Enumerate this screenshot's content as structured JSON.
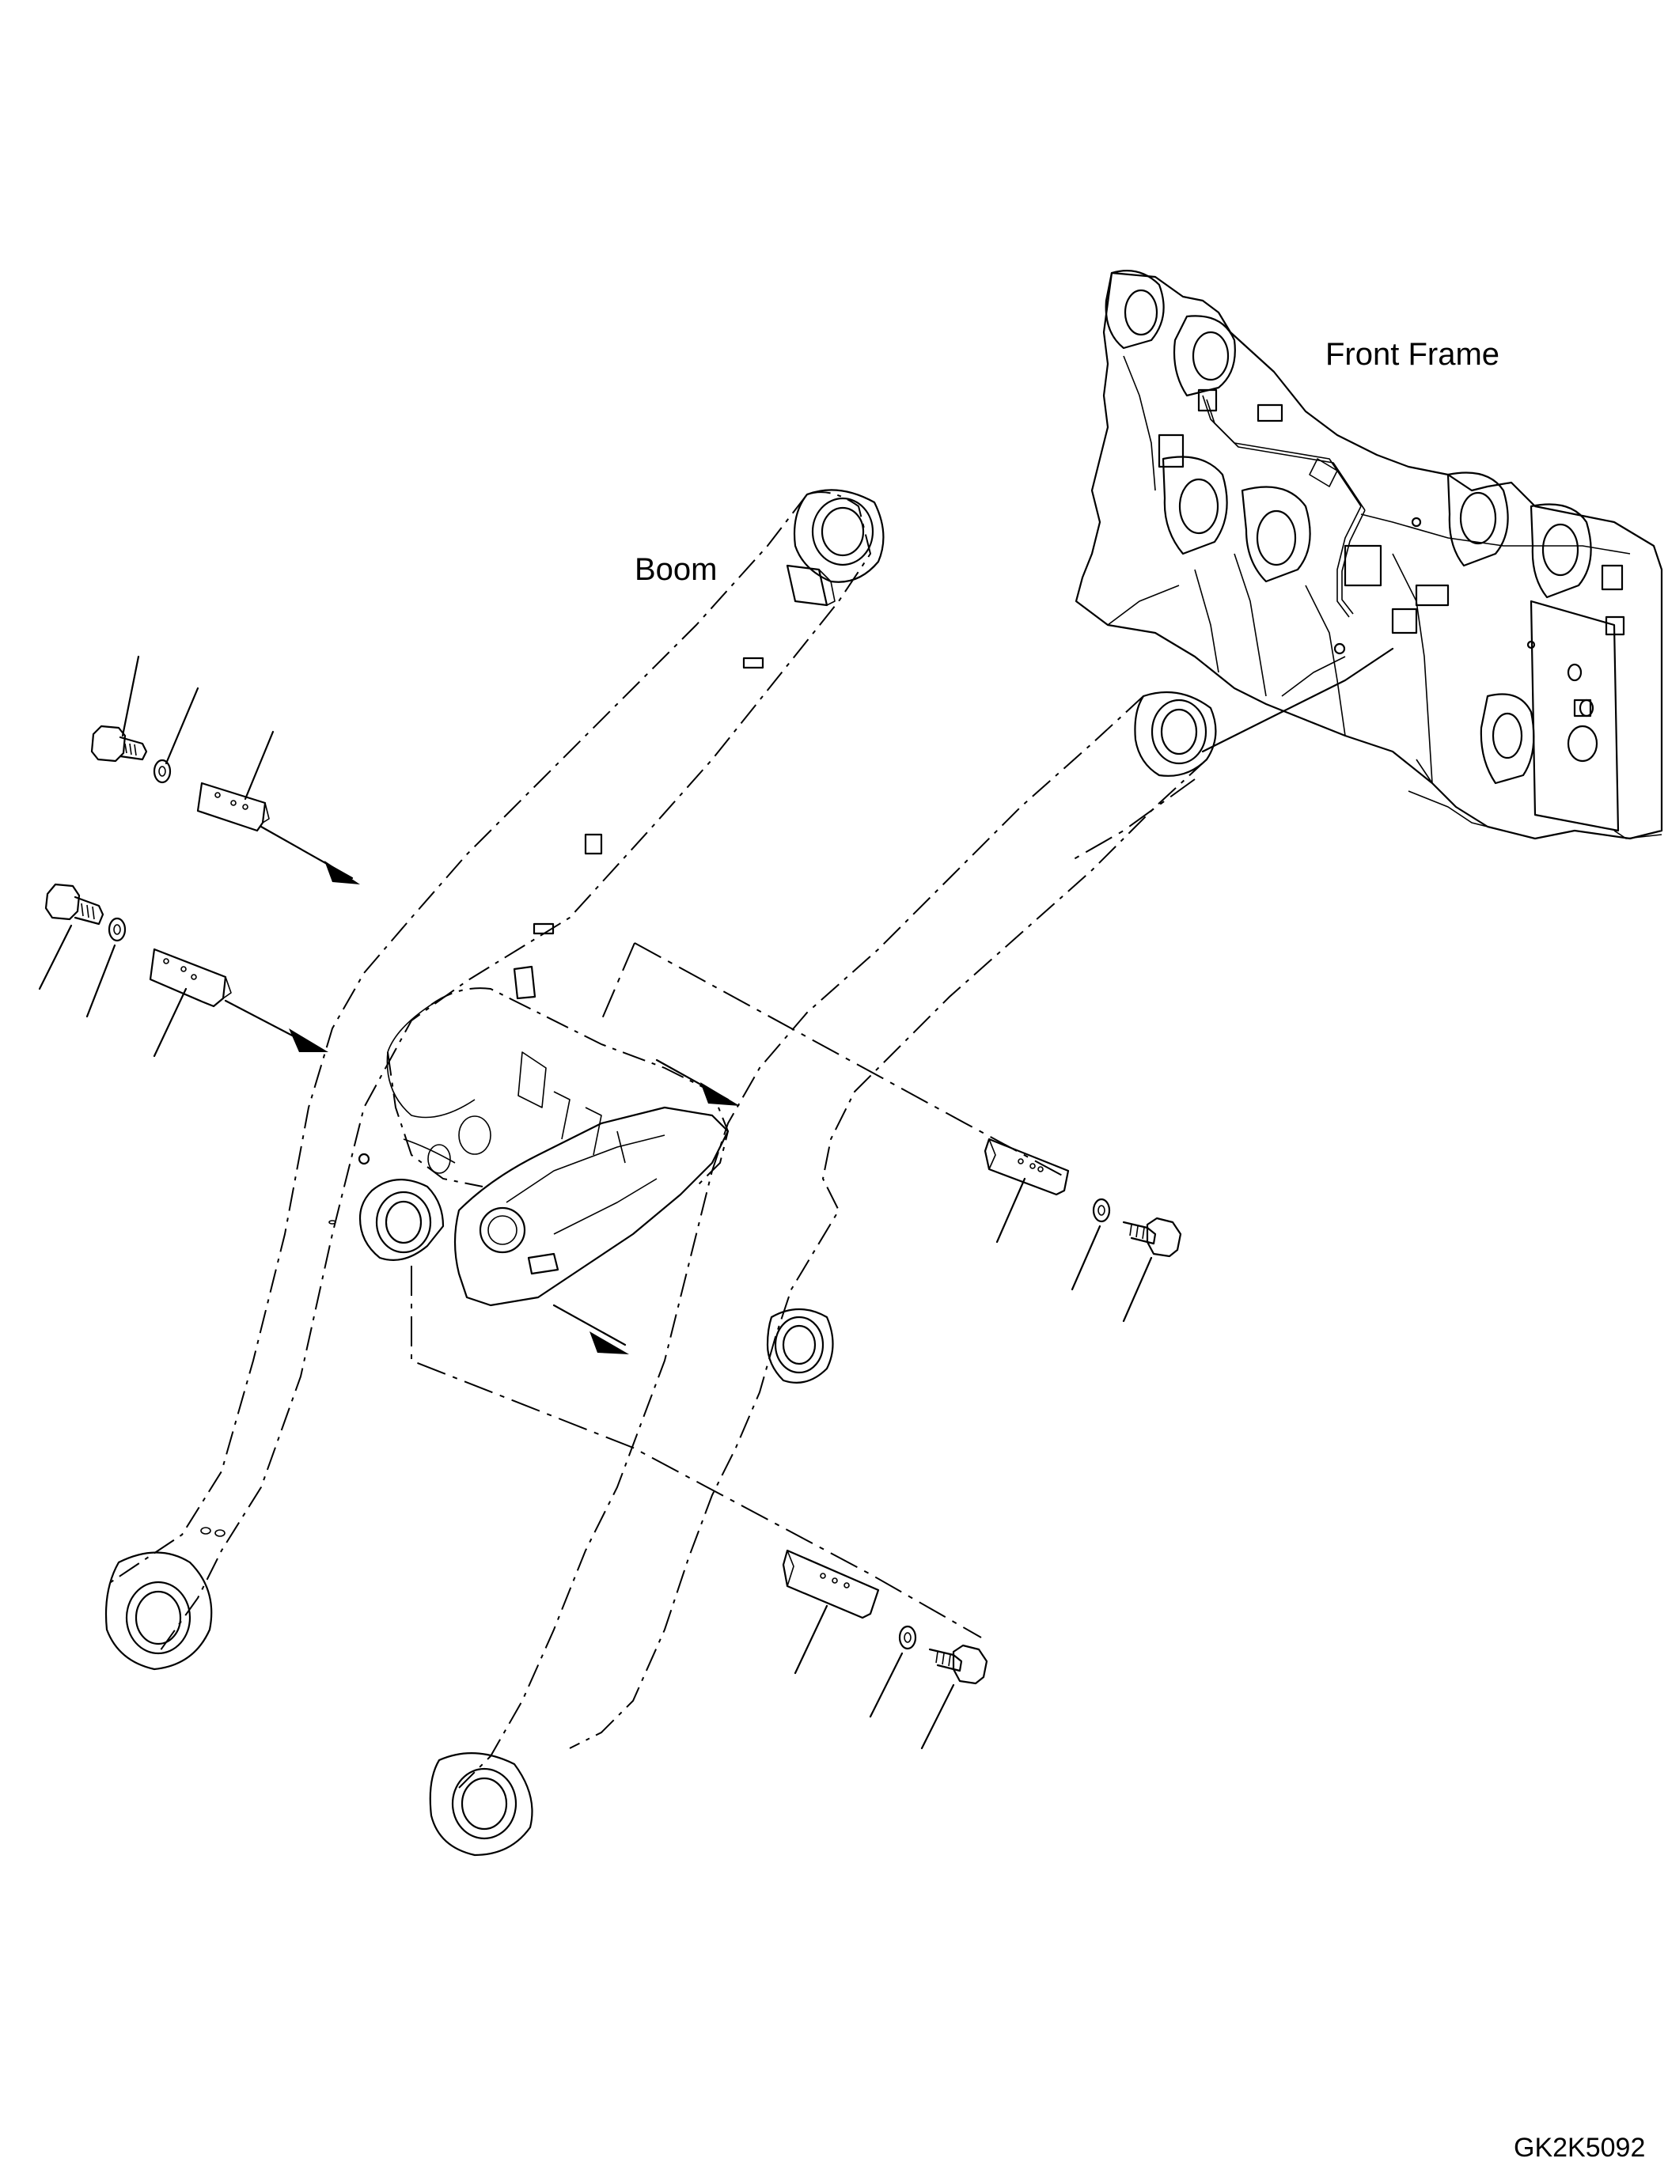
{
  "labels": {
    "front_frame": "Front Frame",
    "boom": "Boom",
    "drawing_code": "GK2K5092"
  },
  "parts": {
    "hardware_sets": [
      {
        "name": "bolt",
        "icon": "hex-bolt-icon"
      },
      {
        "name": "washer",
        "icon": "washer-icon"
      },
      {
        "name": "bracket",
        "icon": "bracket-icon"
      }
    ]
  },
  "colors": {
    "line": "#000000",
    "background": "#ffffff"
  }
}
